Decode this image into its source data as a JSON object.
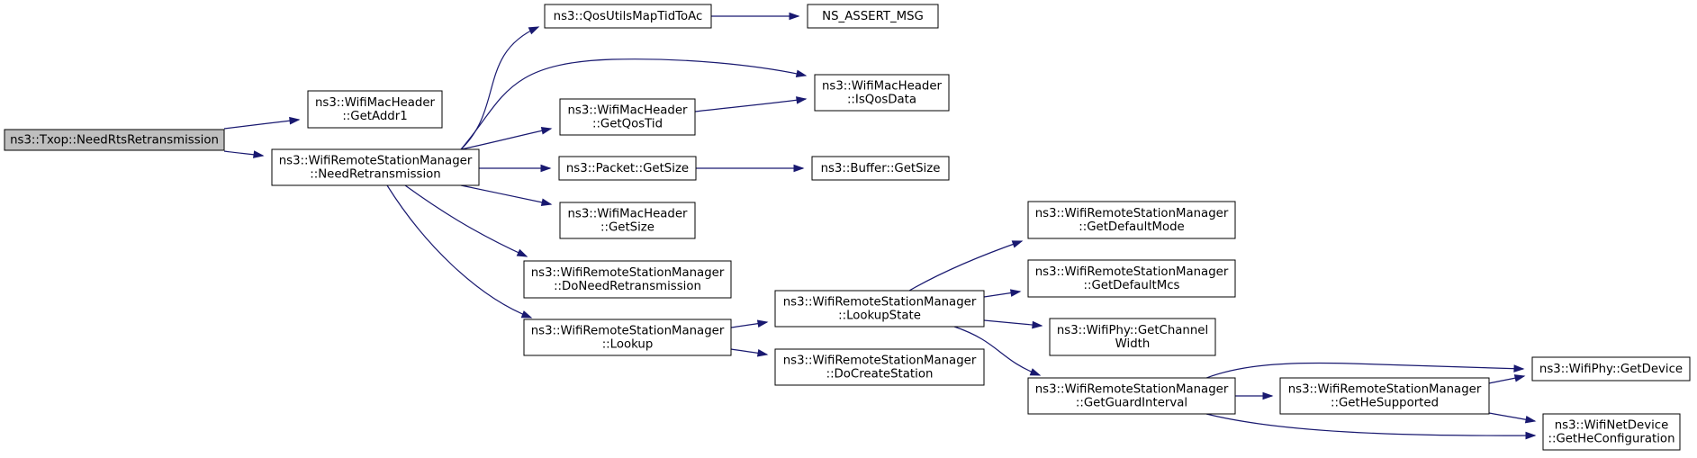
{
  "graph": {
    "nodes": [
      {
        "id": "txop_need_rts",
        "lines": [
          "ns3::Txop::NeedRtsRetransmission"
        ],
        "root": true
      },
      {
        "id": "wmh_getaddr1",
        "lines": [
          "ns3::WifiMacHeader",
          "::GetAddr1"
        ]
      },
      {
        "id": "wrsm_need_retx",
        "lines": [
          "ns3::WifiRemoteStationManager",
          "::NeedRetransmission"
        ]
      },
      {
        "id": "qos_map_tid",
        "lines": [
          "ns3::QosUtilsMapTidToAc"
        ]
      },
      {
        "id": "ns_assert_msg",
        "lines": [
          "NS_ASSERT_MSG"
        ]
      },
      {
        "id": "wmh_isqosdata",
        "lines": [
          "ns3::WifiMacHeader",
          "::IsQosData"
        ]
      },
      {
        "id": "wmh_getqostid",
        "lines": [
          "ns3::WifiMacHeader",
          "::GetQosTid"
        ]
      },
      {
        "id": "packet_getsize",
        "lines": [
          "ns3::Packet::GetSize"
        ]
      },
      {
        "id": "buffer_getsize",
        "lines": [
          "ns3::Buffer::GetSize"
        ]
      },
      {
        "id": "wmh_getsize",
        "lines": [
          "ns3::WifiMacHeader",
          "::GetSize"
        ]
      },
      {
        "id": "wrsm_doneed",
        "lines": [
          "ns3::WifiRemoteStationManager",
          "::DoNeedRetransmission"
        ]
      },
      {
        "id": "wrsm_lookup",
        "lines": [
          "ns3::WifiRemoteStationManager",
          "::Lookup"
        ]
      },
      {
        "id": "wrsm_lookupstate",
        "lines": [
          "ns3::WifiRemoteStationManager",
          "::LookupState"
        ]
      },
      {
        "id": "wrsm_docreate",
        "lines": [
          "ns3::WifiRemoteStationManager",
          "::DoCreateStation"
        ]
      },
      {
        "id": "wrsm_defaultmode",
        "lines": [
          "ns3::WifiRemoteStationManager",
          "::GetDefaultMode"
        ]
      },
      {
        "id": "wrsm_defaultmcs",
        "lines": [
          "ns3::WifiRemoteStationManager",
          "::GetDefaultMcs"
        ]
      },
      {
        "id": "wifiphy_chwidth",
        "lines": [
          "ns3::WifiPhy::GetChannel",
          "Width"
        ]
      },
      {
        "id": "wrsm_guardint",
        "lines": [
          "ns3::WifiRemoteStationManager",
          "::GetGuardInterval"
        ]
      },
      {
        "id": "wrsm_hesupported",
        "lines": [
          "ns3::WifiRemoteStationManager",
          "::GetHeSupported"
        ]
      },
      {
        "id": "wifiphy_getdevice",
        "lines": [
          "ns3::WifiPhy::GetDevice"
        ]
      },
      {
        "id": "wnd_heconfig",
        "lines": [
          "ns3::WifiNetDevice",
          "::GetHeConfiguration"
        ]
      }
    ],
    "edges": [
      [
        "txop_need_rts",
        "wmh_getaddr1"
      ],
      [
        "txop_need_rts",
        "wrsm_need_retx"
      ],
      [
        "wrsm_need_retx",
        "qos_map_tid"
      ],
      [
        "qos_map_tid",
        "ns_assert_msg"
      ],
      [
        "wrsm_need_retx",
        "wmh_isqosdata"
      ],
      [
        "wrsm_need_retx",
        "wmh_getqostid"
      ],
      [
        "wmh_getqostid",
        "wmh_isqosdata"
      ],
      [
        "wrsm_need_retx",
        "packet_getsize"
      ],
      [
        "packet_getsize",
        "buffer_getsize"
      ],
      [
        "wrsm_need_retx",
        "wmh_getsize"
      ],
      [
        "wrsm_need_retx",
        "wrsm_doneed"
      ],
      [
        "wrsm_need_retx",
        "wrsm_lookup"
      ],
      [
        "wrsm_lookup",
        "wrsm_lookupstate"
      ],
      [
        "wrsm_lookup",
        "wrsm_docreate"
      ],
      [
        "wrsm_lookupstate",
        "wrsm_defaultmode"
      ],
      [
        "wrsm_lookupstate",
        "wrsm_defaultmcs"
      ],
      [
        "wrsm_lookupstate",
        "wifiphy_chwidth"
      ],
      [
        "wrsm_lookupstate",
        "wrsm_guardint"
      ],
      [
        "wrsm_guardint",
        "wifiphy_getdevice"
      ],
      [
        "wrsm_guardint",
        "wrsm_hesupported"
      ],
      [
        "wrsm_guardint",
        "wnd_heconfig"
      ],
      [
        "wrsm_hesupported",
        "wifiphy_getdevice"
      ],
      [
        "wrsm_hesupported",
        "wnd_heconfig"
      ]
    ],
    "colors": {
      "edge": "#191970",
      "root_fill": "#bfbfbf",
      "node_fill": "#ffffff",
      "border": "#000000"
    }
  }
}
